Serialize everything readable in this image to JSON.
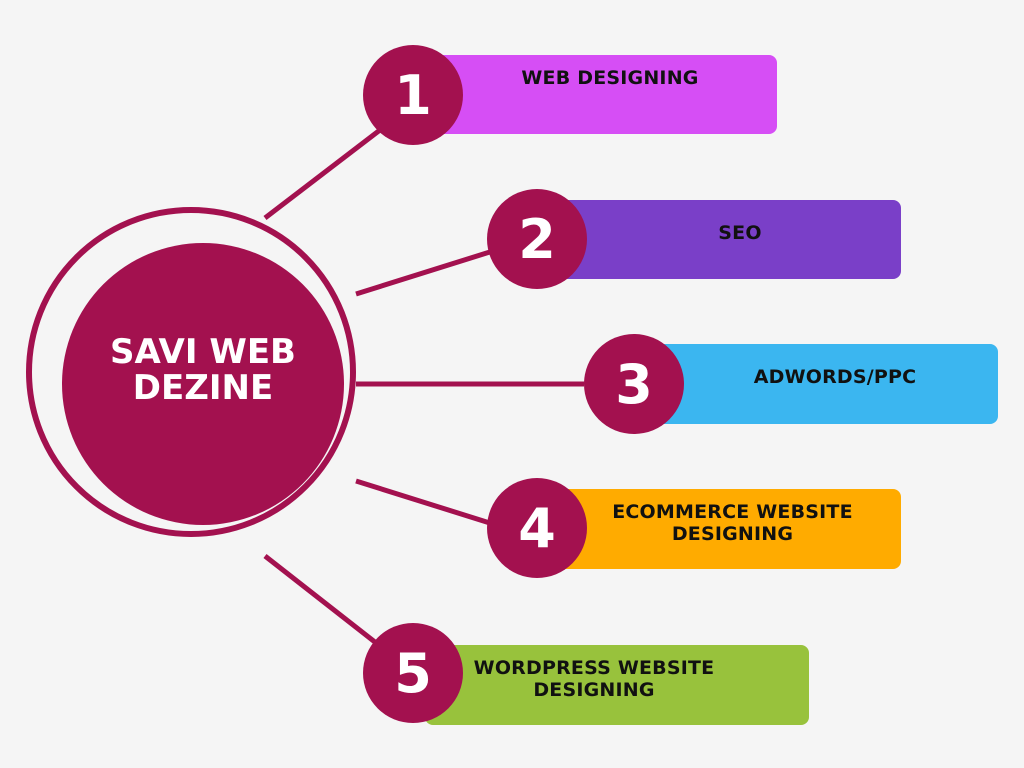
{
  "hub": {
    "title": "SAVI WEB\nDEZINE",
    "color": "#a3114f"
  },
  "items": [
    {
      "number": "1",
      "label": "WEB DESIGNING",
      "color": "#d64ef5"
    },
    {
      "number": "2",
      "label": "SEO",
      "color": "#7a3fc8"
    },
    {
      "number": "3",
      "label": "ADWORDS/PPC",
      "color": "#3bb6f0"
    },
    {
      "number": "4",
      "label": "ECOMMERCE WEBSITE\nDESIGNING",
      "color": "#ffab00"
    },
    {
      "number": "5",
      "label": "WORDPRESS WEBSITE\nDESIGNING",
      "color": "#98c23c"
    }
  ]
}
